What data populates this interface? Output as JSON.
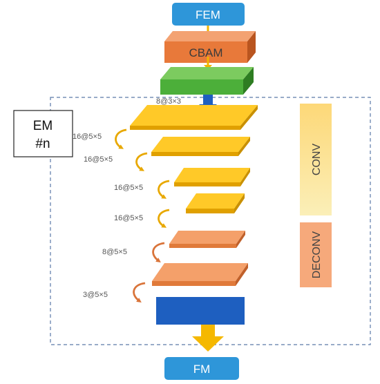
{
  "top_block": {
    "label": "FEM"
  },
  "attention_block": {
    "label": "CBAM"
  },
  "bottom_block": {
    "label": "FM"
  },
  "module_tag": {
    "line1": "EM",
    "line2": "#n"
  },
  "first_layer_label": "8@3×3",
  "conv_layers": [
    {
      "label": "16@5×5"
    },
    {
      "label": "16@5×5"
    },
    {
      "label": "16@5×5"
    },
    {
      "label": "16@5×5"
    }
  ],
  "deconv_layers": [
    {
      "label": "8@5×5"
    },
    {
      "label": "3@5×5"
    }
  ],
  "side_labels": {
    "conv": "CONV",
    "deconv": "DECONV"
  },
  "colors": {
    "blue_pill": "#2E96D9",
    "cbam": "#E8793A",
    "green": "#4CAF3A",
    "conv_yellow": "#F5B800",
    "deconv_orange": "#EE8A48",
    "output_blue": "#1E5FC0",
    "conv_side_bg": "#FBE7A0",
    "deconv_side_bg": "#F6A97B",
    "dashed_border": "#5A79A8"
  }
}
